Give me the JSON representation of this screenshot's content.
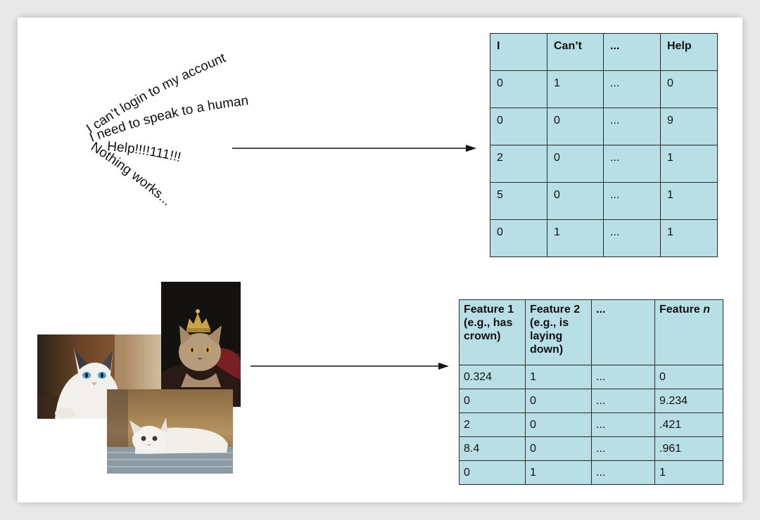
{
  "text_examples": [
    "I can’t login to my account",
    "I need to speak to a human",
    "Help!!!!111!!!",
    "Nothing works..."
  ],
  "text_table": {
    "headers": [
      "I",
      "Can’t",
      "...",
      "Help"
    ],
    "rows": [
      [
        "0",
        "1",
        "...",
        "0"
      ],
      [
        "0",
        "0",
        "...",
        "9"
      ],
      [
        "2",
        "0",
        "...",
        "1"
      ],
      [
        "5",
        "0",
        "...",
        "1"
      ],
      [
        "0",
        "1",
        "...",
        "1"
      ]
    ]
  },
  "image_table": {
    "headers": [
      {
        "main": "Feature 1",
        "sub": "(e.g., has crown)"
      },
      {
        "main": "Feature 2",
        "sub": "(e.g., is laying down)"
      },
      {
        "main": "...",
        "sub": ""
      },
      {
        "main": "Feature ",
        "italic": "n",
        "sub": ""
      }
    ],
    "rows": [
      [
        "0.324",
        "1",
        "...",
        "0"
      ],
      [
        "0",
        "0",
        "...",
        "9.234"
      ],
      [
        "2",
        "0",
        "...",
        " .421"
      ],
      [
        "8.4",
        "0",
        "...",
        " .961"
      ],
      [
        "0",
        "1",
        "...",
        "1"
      ]
    ]
  },
  "colors": {
    "table_fill": "#b8dee6",
    "grid_line": "#2a2a2a",
    "arrow": "#111111"
  },
  "images": [
    {
      "icon": "white-kitten-blue-eyes-photo"
    },
    {
      "icon": "cat-with-crown-photo"
    },
    {
      "icon": "white-kitten-lying-down-photo"
    }
  ]
}
